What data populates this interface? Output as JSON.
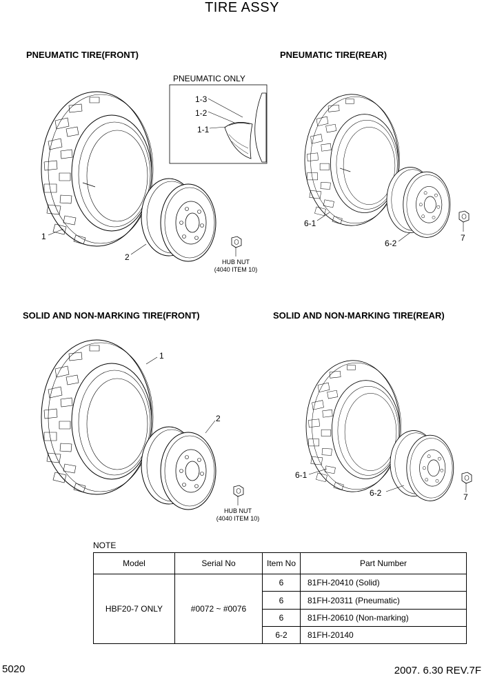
{
  "title": "TIRE ASSY",
  "sections": {
    "pneumatic_front": "PNEUMATIC TIRE(FRONT)",
    "pneumatic_rear": "PNEUMATIC TIRE(REAR)",
    "solid_front": "SOLID AND NON-MARKING TIRE(FRONT)",
    "solid_rear": "SOLID AND NON-MARKING TIRE(REAR)"
  },
  "inset": {
    "title": "PNEUMATIC ONLY",
    "labels": [
      "1-3",
      "1-2",
      "1-1"
    ]
  },
  "callouts": {
    "pf_tire": "1",
    "pf_wheel": "2",
    "pf_hubnut_line1": "HUB NUT",
    "pf_hubnut_line2": "(4040 ITEM 10)",
    "pr_tire": "6-1",
    "pr_wheel": "6-2",
    "pr_nut": "7",
    "sf_tire": "1",
    "sf_wheel": "2",
    "sf_hubnut_line1": "HUB NUT",
    "sf_hubnut_line2": "(4040 ITEM 10)",
    "sr_tire": "6-1",
    "sr_wheel": "6-2",
    "sr_nut": "7"
  },
  "note": {
    "label": "NOTE",
    "headers": [
      "Model",
      "Serial No",
      "Item No",
      "Part Number"
    ],
    "model": "HBF20-7 ONLY",
    "serial": "#0072 ~ #0076",
    "rows": [
      {
        "item": "6",
        "part": "81FH-20410 (Solid)"
      },
      {
        "item": "6",
        "part": "81FH-20311 (Pneumatic)"
      },
      {
        "item": "6",
        "part": "81FH-20610 (Non-marking)"
      },
      {
        "item": "6-2",
        "part": "81FH-20140"
      }
    ]
  },
  "footer": {
    "page": "5020",
    "revision": "2007. 6.30 REV.7F"
  }
}
